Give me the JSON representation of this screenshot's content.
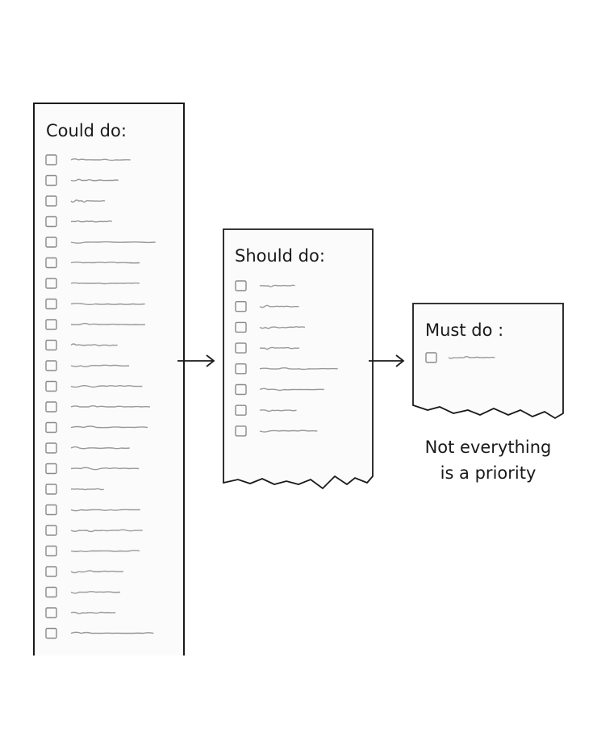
{
  "lists": [
    {
      "title": "Could do:",
      "item_count": 24,
      "checked": 0
    },
    {
      "title": "Should do:",
      "item_count": 8,
      "checked": 0
    },
    {
      "title": "Must do :",
      "item_count": 1,
      "checked": 0
    }
  ],
  "caption": {
    "line1": "Not everything",
    "line2": "is a priority"
  },
  "colors": {
    "ink": "#1a1a1a",
    "checkbox": "#8a8a8a",
    "squiggle": "#9a9a9a",
    "paper": "#fbfbfb"
  }
}
